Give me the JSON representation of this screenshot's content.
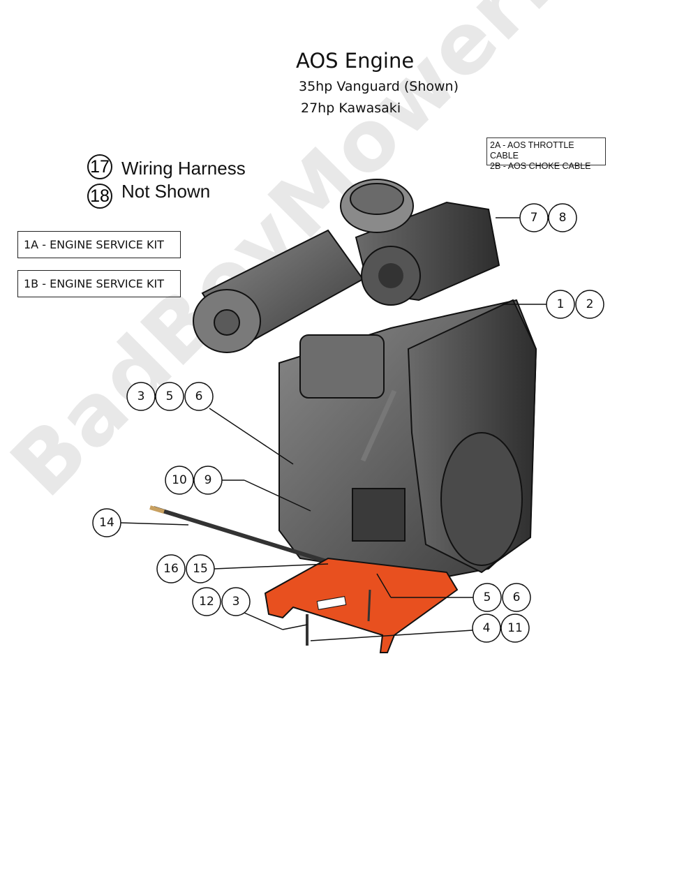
{
  "header": {
    "title": "AOS Engine",
    "subtitle_1": "35hp Vanguard (Shown)",
    "subtitle_2": "27hp Kawasaki"
  },
  "cable_legend": {
    "line_1": "2A - AOS THROTTLE CABLE",
    "line_2": "2B - AOS CHOKE CABLE"
  },
  "kits": [
    {
      "label": "1A  - ENGINE SERVICE KIT"
    },
    {
      "label": "1B  - ENGINE SERVICE KIT"
    }
  ],
  "not_shown_note": {
    "item_a": "17",
    "item_b": "18",
    "line_1": "Wiring Harness",
    "line_2": "Not Shown"
  },
  "callouts": {
    "air_cleaner": [
      "7",
      "8"
    ],
    "engine": [
      "1",
      "2"
    ],
    "left_mount": [
      "3",
      "5",
      "6"
    ],
    "fuel_fitting": [
      "10",
      "9"
    ],
    "dipstick": [
      "14"
    ],
    "bolt": [
      "16",
      "15"
    ],
    "plate_hardware": [
      "12",
      "3"
    ],
    "right_mount": [
      "5",
      "6"
    ],
    "plate_bolt": [
      "4",
      "11"
    ]
  },
  "colors": {
    "plate": "#e8501f",
    "engine": "#5a5a5a"
  },
  "watermark": "BadBoyMowerParts.com"
}
